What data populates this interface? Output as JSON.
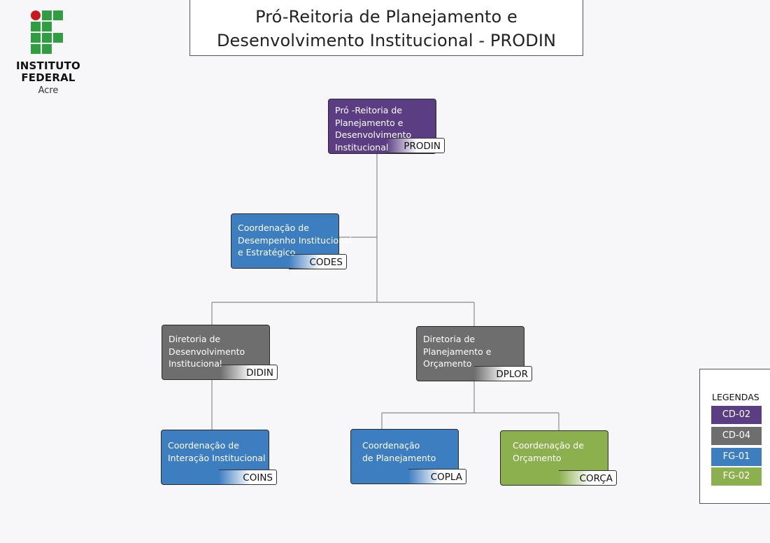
{
  "logo": {
    "line1": "INSTITUTO",
    "line2": "FEDERAL",
    "line3": "Acre",
    "colors": {
      "green": "#2f9e41",
      "red": "#c8191e"
    }
  },
  "header": {
    "line1": "Pró-Reitoria de Planejamento e",
    "line2": "Desenvolvimento Institucional - PRODIN"
  },
  "nodes": {
    "prodin": {
      "lines": [
        "Pró -Reitoria de",
        "Planejamento e",
        "Desenvolvimento",
        "Institucional"
      ],
      "code": "PRODIN",
      "color": "#5a3d83"
    },
    "codes": {
      "lines": [
        "Coordenação de",
        "Desempenho Institucional",
        "e Estratégico"
      ],
      "code": "CODES",
      "color": "#3d7ec0"
    },
    "didin": {
      "lines": [
        "Diretoria de",
        "Desenvolvimento",
        "Institucional"
      ],
      "code": "DIDIN",
      "color": "#6e6e6e"
    },
    "dplor": {
      "lines": [
        "Diretoria de",
        "Planejamento e",
        "Orçamento"
      ],
      "code": "DPLOR",
      "color": "#6e6e6e"
    },
    "coins": {
      "lines": [
        "Coordenação de",
        "Interação Institucional"
      ],
      "code": "COINS",
      "color": "#3d7ec0"
    },
    "copla": {
      "lines": [
        "Coordenação",
        "de Planejamento"
      ],
      "code": "COPLA",
      "color": "#3d7ec0"
    },
    "corca": {
      "lines": [
        "Coordenação de",
        "Orçamento"
      ],
      "code": "CORÇA",
      "color": "#8db04f"
    }
  },
  "legend": {
    "title": "LEGENDAS",
    "items": [
      {
        "label": "CD-02",
        "color": "#5a3d83"
      },
      {
        "label": "CD-04",
        "color": "#6e6e6e"
      },
      {
        "label": "FG-01",
        "color": "#3d7ec0"
      },
      {
        "label": "FG-02",
        "color": "#8db04f"
      }
    ]
  }
}
